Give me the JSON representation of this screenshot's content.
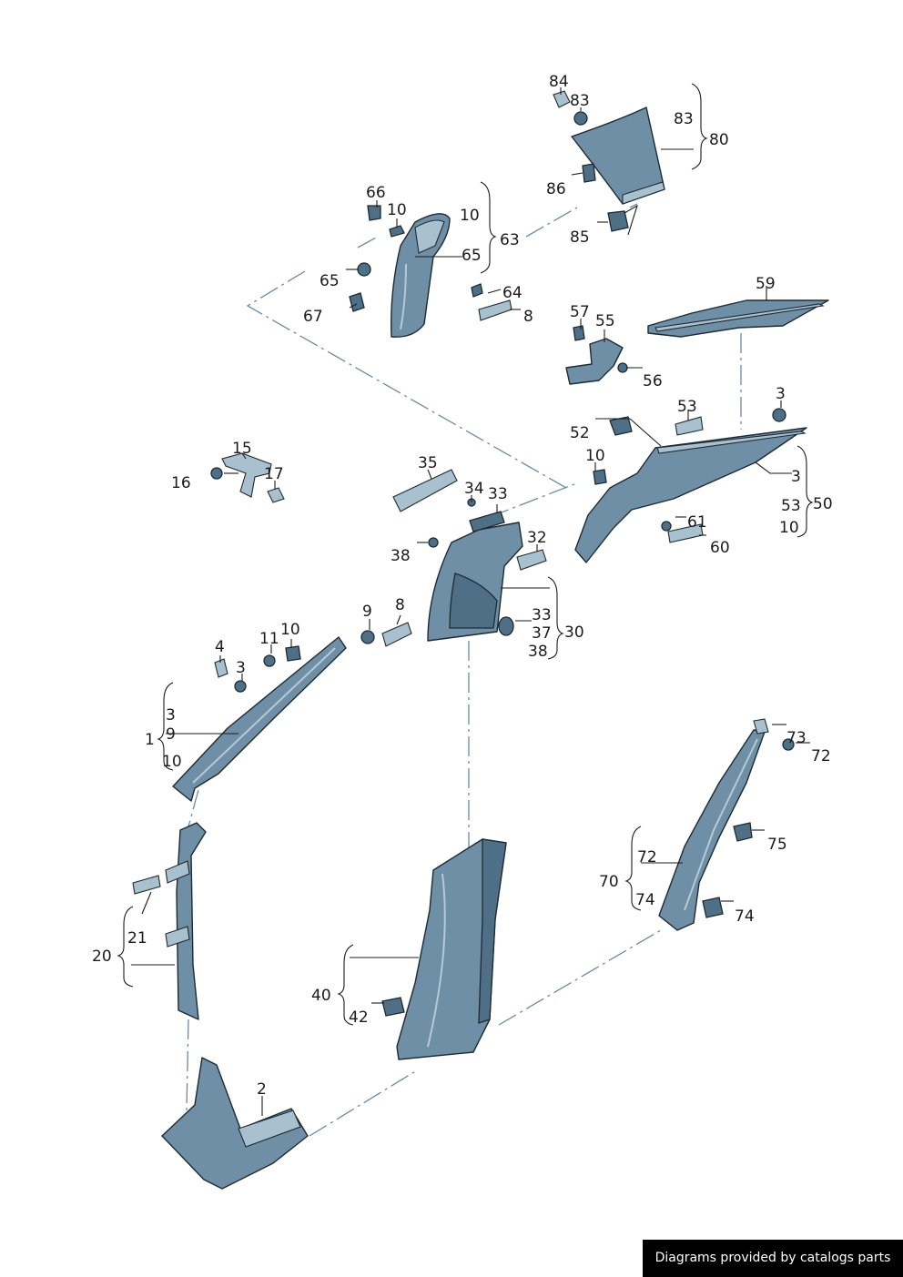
{
  "footer": {
    "credit": "Diagrams provided by catalogs parts"
  },
  "callouts": {
    "c84": "84",
    "c83a": "83",
    "c83b": "83",
    "c80": "80",
    "c86": "86",
    "c85": "85",
    "c66": "66",
    "c10a": "10",
    "c10b": "10",
    "c63": "63",
    "c65a": "65",
    "c65b": "65",
    "c64": "64",
    "c8a": "8",
    "c67": "67",
    "c57": "57",
    "c55": "55",
    "c56": "56",
    "c59": "59",
    "c15": "15",
    "c16": "16",
    "c17": "17",
    "c53": "53",
    "c52": "52",
    "c3a": "3",
    "c10c": "10",
    "c3b": "3",
    "c53b": "53",
    "c50": "50",
    "c10d": "10",
    "c61": "61",
    "c60": "60",
    "c35": "35",
    "c34": "34",
    "c33a": "33",
    "c32": "32",
    "c38a": "38",
    "c33b": "33",
    "c37": "37",
    "c38b": "38",
    "c30": "30",
    "c9a": "9",
    "c8b": "8",
    "c11": "11",
    "c10e": "10",
    "c4": "4",
    "c3c": "3",
    "c3d": "3",
    "c9b": "9",
    "c1": "1",
    "c10f": "10",
    "c73": "73",
    "c72a": "72",
    "c75": "75",
    "c72b": "72",
    "c70": "70",
    "c74a": "74",
    "c74b": "74",
    "c21": "21",
    "c20": "20",
    "c40": "40",
    "c42": "42",
    "c2": "2"
  }
}
